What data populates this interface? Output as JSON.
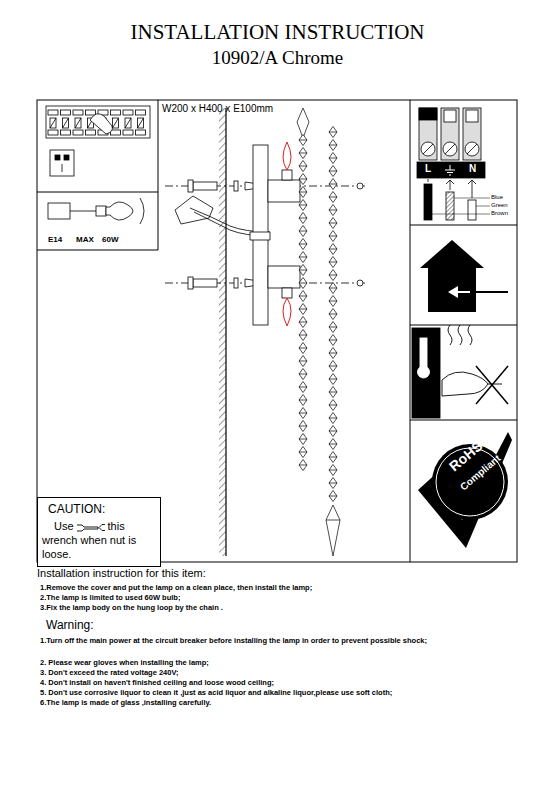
{
  "diagram": {
    "title": "INSTALLATION INSTRUCTION",
    "nodes": [
      {
        "text": [
          "CAUTION:",
          "Use",
          "this wrench when nut is loose."
        ]
      }
    ],
    "labels": [
      "10902/A Chrome",
      "W200 x H400 x E100mm",
      "E14",
      "MAX",
      "60W",
      "L",
      "N",
      "Blue",
      "Green",
      "Brown",
      "RoHS",
      "Compliant",
      "Installation instruction for this item:",
      "1.Remove the cover and put the lamp on a clean place, then install the lamp;",
      "2.The lamp is limited to used 60W bulb;",
      "3.Fix the lamp body on the hung loop by the chain .",
      "Warning:",
      "1.Turn off the main power at the circuit breaker before installing the lamp in order to prevent possible shock;",
      "2. Please wear gloves when installing the lamp;",
      "3. Don't exceed the rated voltage 240V;",
      "4. Don't install on haven't finished ceiling and loose wood ceiling;",
      "5. Don't use corrosive liquor to clean it ,just as acid liquor and alkaline liquor,please use soft cloth;",
      "6.The lamp is made of glass ,installing carefully."
    ]
  }
}
